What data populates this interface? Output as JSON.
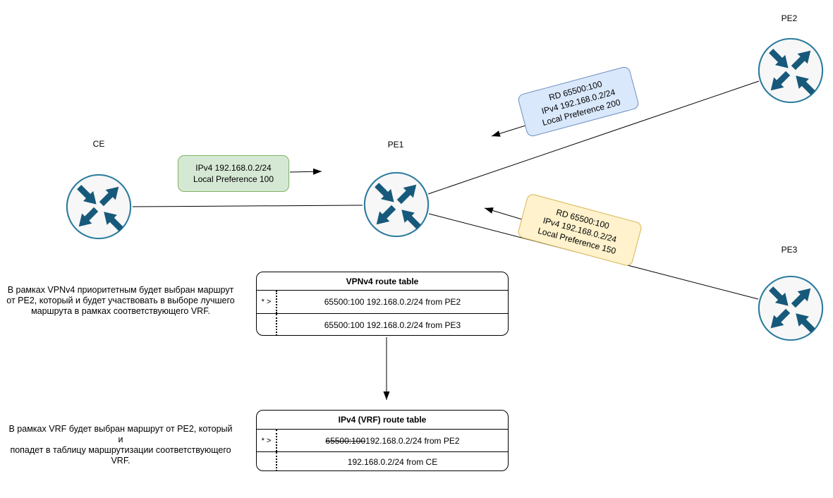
{
  "routers": {
    "ce": {
      "label": "CE"
    },
    "pe1": {
      "label": "PE1"
    },
    "pe2": {
      "label": "PE2"
    },
    "pe3": {
      "label": "PE3"
    }
  },
  "route_labels": {
    "ce_to_pe1": {
      "line1": "IPv4 192.168.0.2/24",
      "line2": "Local Preference 100",
      "fill": "#d5e8d4",
      "border": "#82b366"
    },
    "pe2_to_pe1": {
      "line1": "RD 65500:100",
      "line2": "IPv4 192.168.0.2/24",
      "line3": "Local Preference 200",
      "fill": "#dae8fc",
      "border": "#6c8ebf"
    },
    "pe3_to_pe1": {
      "line1": "RD 65500:100",
      "line2": "IPv4 192.168.0.2/24",
      "line3": "Local Preference 150",
      "fill": "#fff2cc",
      "border": "#d6b656"
    }
  },
  "vpnv4_table": {
    "title": "VPNv4 route table",
    "row1": {
      "marker": "* >",
      "text": "65500:100 192.168.0.2/24 from PE2"
    },
    "row2": {
      "marker": "",
      "text": "65500:100 192.168.0.2/24 from PE3"
    }
  },
  "vrf_table": {
    "title": "IPv4 (VRF) route table",
    "row1": {
      "marker": "* >",
      "strikethrough": "65500:100",
      "text": " 192.168.0.2/24 from PE2"
    },
    "row2": {
      "marker": "",
      "text": "192.168.0.2/24 from CE"
    }
  },
  "notes": {
    "vpnv4": {
      "line1": "В рамках VPNv4 приоритетным будет выбран маршрут",
      "line2": "от PE2, который и будет участвовать в выборе лучшего",
      "line3": "маршрута в рамках соответствующего VRF."
    },
    "vrf": {
      "line1": "В рамках VRF  будет выбран маршрут от PE2, который и",
      "line2": "попадет в таблицу маршрутизации соответствующего",
      "line3": "VRF."
    }
  },
  "colors": {
    "router_fill": "#f7f7f7",
    "router_stroke": "#2b7c9e",
    "router_arrows": "#17597b",
    "connector": "#000000"
  }
}
